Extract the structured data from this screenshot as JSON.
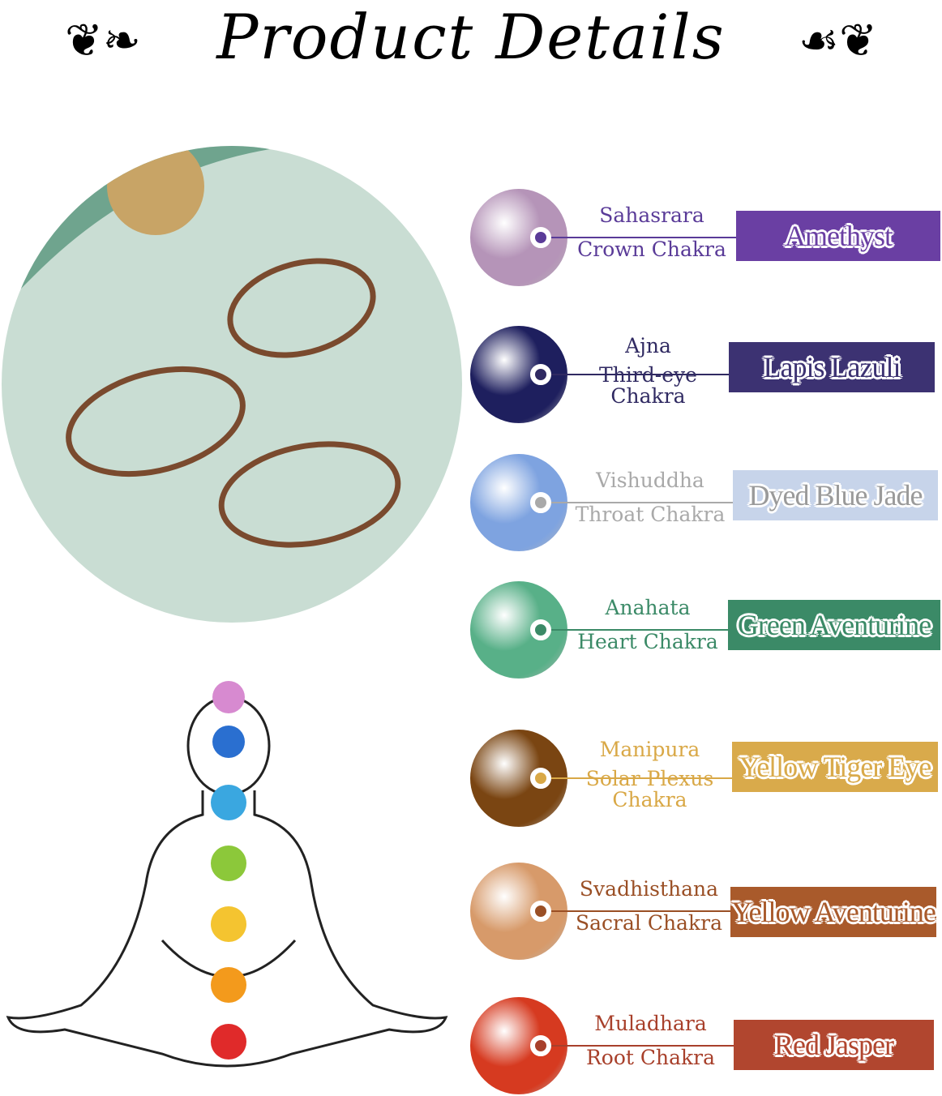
{
  "title": "Product Details",
  "stones": [
    {
      "stone": "Amethyst",
      "sanskrit": "Sahasrara",
      "chakra": "Crown Chakra",
      "color": "#6a3fa3",
      "text_color": "#5a3b98",
      "bead": "#b594b8"
    },
    {
      "stone": "Lapis Lazuli",
      "sanskrit": "Ajna",
      "chakra": "Third-eye",
      "chakra2": "Chakra",
      "color": "#3c3272",
      "text_color": "#302a62",
      "bead": "#1e1f5e"
    },
    {
      "stone": "Dyed Blue Jade",
      "sanskrit": "Vishuddha",
      "chakra": "Throat Chakra",
      "color": "#c7d4ea",
      "text_color": "#a9a9a9",
      "bead": "#7ea3e0"
    },
    {
      "stone": "Green Aventurine",
      "sanskrit": "Anahata",
      "chakra": "Heart Chakra",
      "color": "#3b8a67",
      "text_color": "#3b8a67",
      "bead": "#58b088"
    },
    {
      "stone": "Yellow Tiger Eye",
      "sanskrit": "Manipura",
      "chakra": "Solar Plexus",
      "chakra2": "Chakra",
      "color": "#d9aa4b",
      "text_color": "#d9a846",
      "bead": "#7a4512"
    },
    {
      "stone": "Yellow Aventurine",
      "sanskrit": "Svadhisthana",
      "chakra": "Sacral Chakra",
      "color": "#a95a2b",
      "text_color": "#9a4f25",
      "bead": "#d79a6a"
    },
    {
      "stone": "Red Jasper",
      "sanskrit": "Muladhara",
      "chakra": "Root Chakra",
      "color": "#b1462f",
      "text_color": "#a8402b",
      "bead": "#d63a20"
    }
  ]
}
